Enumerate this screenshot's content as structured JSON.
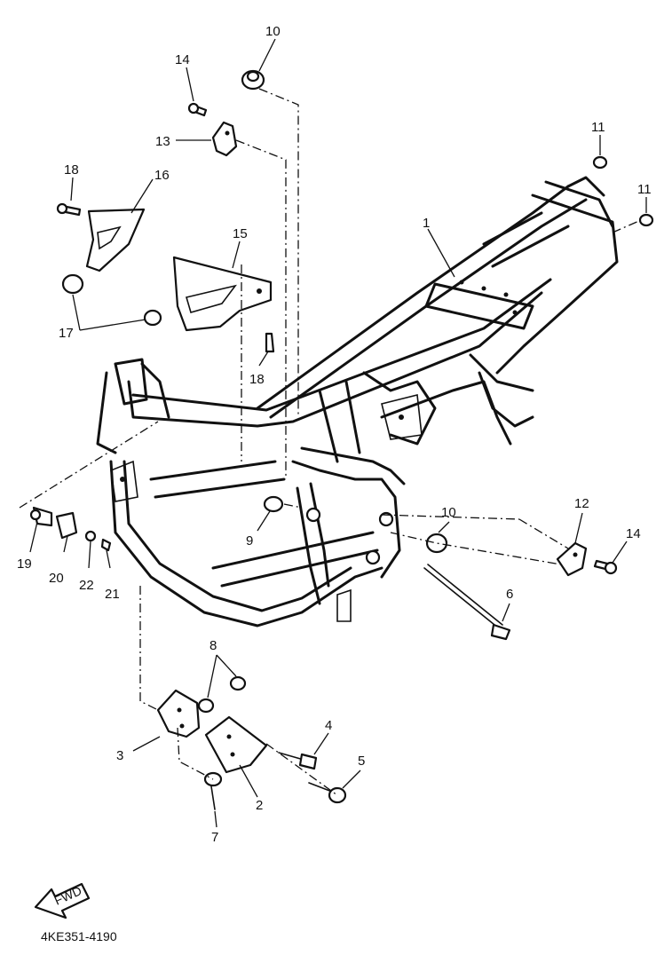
{
  "callouts": {
    "c1": "1",
    "c2": "2",
    "c3": "3",
    "c4": "4",
    "c5": "5",
    "c6": "6",
    "c7": "7",
    "c8": "8",
    "c9": "9",
    "c10a": "10",
    "c10b": "10",
    "c11a": "11",
    "c11b": "11",
    "c12": "12",
    "c13": "13",
    "c14a": "14",
    "c14b": "14",
    "c15": "15",
    "c16": "16",
    "c17": "17",
    "c18a": "18",
    "c18b": "18",
    "c19": "19",
    "c20": "20",
    "c21": "21",
    "c22": "22"
  },
  "fwd_label": "FWD",
  "diagram_code": "4KE351-4190",
  "icons": {
    "fwd_arrow": "fwd-arrow-icon"
  }
}
